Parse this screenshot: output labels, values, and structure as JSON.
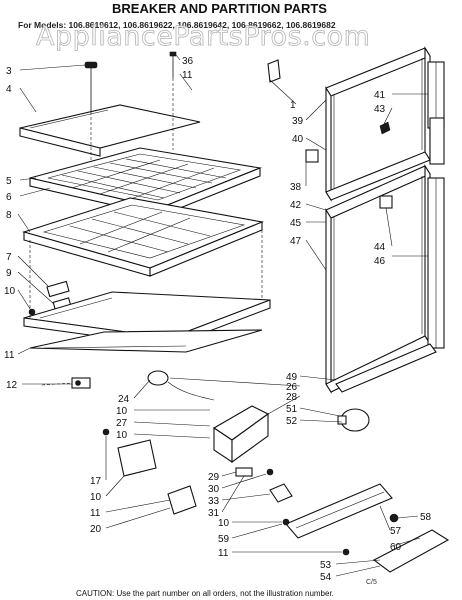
{
  "watermark": "AppliancePartsPros.com",
  "title": "BREAKER AND PARTITION PARTS",
  "models_line": "For Models: 106.8619612, 106.8619622, 106.8619642, 106.8619662, 106.8619682",
  "caution": "CAUTION: Use the part number on all orders, not the illustration number.",
  "page_code": "C/5",
  "callouts": {
    "c3": "3",
    "c4": "4",
    "c5": "5",
    "c6": "6",
    "c8": "8",
    "c7": "7",
    "c9": "9",
    "c10a": "10",
    "c11a": "11",
    "c12": "12",
    "c36": "36",
    "c11b": "11",
    "c1": "1",
    "c39": "39",
    "c40": "40",
    "c38": "38",
    "c42": "42",
    "c45": "45",
    "c47": "47",
    "c41": "41",
    "c43": "43",
    "c44": "44",
    "c46": "46",
    "c49": "49",
    "c26": "26",
    "c28": "28",
    "c51": "51",
    "c52": "52",
    "c24": "24",
    "c10b": "10",
    "c27": "27",
    "c10c": "10",
    "c29": "29",
    "c30": "30",
    "c33": "33",
    "c31": "31",
    "c17": "17",
    "c10d": "10",
    "c11c": "11",
    "c20": "20",
    "c10e": "10",
    "c59": "59",
    "c11d": "11",
    "c53": "53",
    "c54": "54",
    "c58": "58",
    "c57": "57",
    "c60": "60"
  }
}
